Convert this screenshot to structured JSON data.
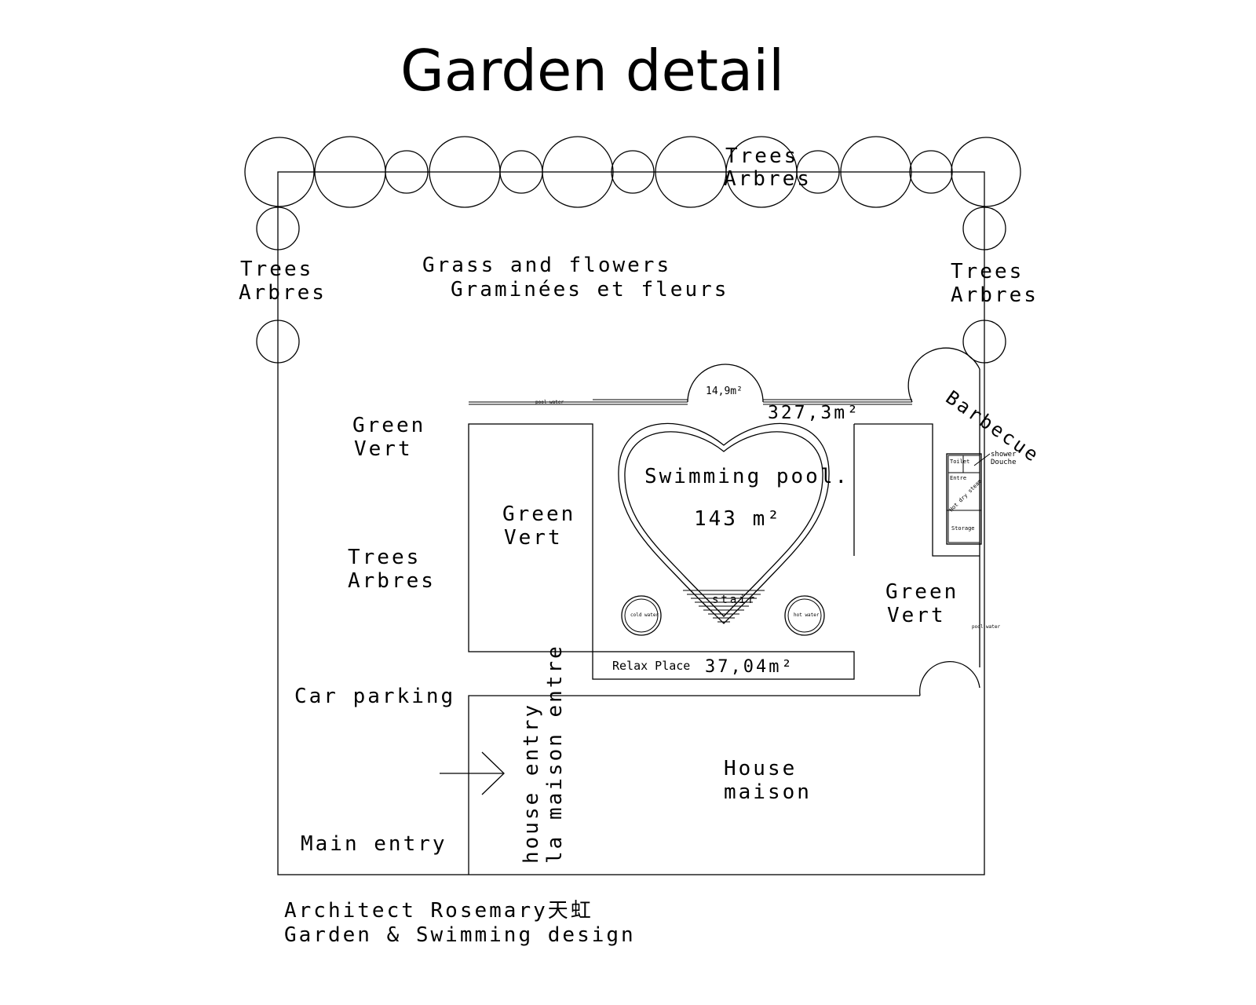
{
  "title": "Garden detail",
  "labels": {
    "trees_en": "Trees",
    "trees_fr": "Arbres",
    "grass_en": "Grass and flowers",
    "grass_fr": "Graminées et fleurs",
    "green_en": "Green",
    "green_fr": "Vert",
    "pool_name": "Swimming pool.",
    "pool_area": "143 m²",
    "small_area": "14,9m²",
    "deck_area": "327,3m²",
    "barbecue": "Barbecue",
    "stair": "stair",
    "relax_place": "Relax Place",
    "relax_area": "37,04m²",
    "car_parking": "Car parking",
    "house_entry_en": "house entry",
    "house_entry_fr": "la maison entre",
    "house_en": "House",
    "house_fr": "maison",
    "main_entry": "Main entry",
    "toilet": "Toilet",
    "entre": "Entre",
    "shower": "shower",
    "douche": "Douche",
    "storage": "Storage",
    "hot_dry": "Hot dry steam",
    "cold_water": "cold water",
    "hot_water": "hot water",
    "pool_water": "pool water"
  },
  "footer": {
    "line1": "Architect Rosemary天虹",
    "line2": "Garden & Swimming design"
  }
}
